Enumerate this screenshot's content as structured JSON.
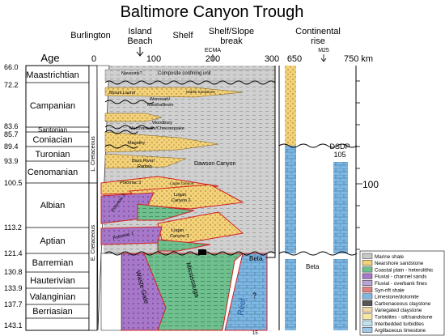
{
  "title": "Baltimore Canyon Trough",
  "header_labels": {
    "burlington": "Burlington",
    "island_beach_1": "Island",
    "island_beach_2": "Beach",
    "shelf": "Shelf",
    "shelf_slope_1": "Shelf/Slope",
    "shelf_slope_2": "break",
    "continental_1": "Continental",
    "continental_2": "rise",
    "age": "Age",
    "ecma": "ECMA",
    "m25": "M25",
    "dsdp_1": "DSDP",
    "dsdp_2": "105"
  },
  "distance_ticks": [
    "0",
    "100",
    "200",
    "300",
    "650",
    "750 km"
  ],
  "ages": [
    "66.0",
    "72.2",
    "83.6",
    "85.7",
    "89.4",
    "93.9",
    "100.5",
    "113.2",
    "121.4",
    "130.8",
    "133.9",
    "137.7",
    "143.1"
  ],
  "stages": [
    "Maastrichtian",
    "Campanian",
    "Santonian",
    "Coniacian",
    "Turonian",
    "Cenomanian",
    "Albian",
    "Aptian",
    "Barremian",
    "Hauterivian",
    "Valanginian",
    "Berriasian"
  ],
  "epochs": {
    "late": "L. Cretaceous",
    "early": "E. Cretaceous"
  },
  "right_axis_label": "100",
  "units": [
    "Navesink?",
    "Composite confining unit",
    "Mount Laurel",
    "Wenonah/",
    "Marshalltown",
    "Middle Sandstone",
    "Woodbury",
    "Merchantville/Cheesequake",
    "Magothy",
    "Bass River/",
    "Raritan",
    "Dawson Canyon",
    "Potomac 3",
    "Logan Canyon",
    "Logan",
    "Canyon 2",
    "Potomac 2",
    "Logan",
    "Canyon 3",
    "Potomac 1",
    "Beta",
    "Waste Gate",
    "Mississauga",
    "Reef",
    "?",
    "Beta",
    "15"
  ],
  "legend": [
    {
      "label": "Marine shale",
      "color": "#c8c8c8"
    },
    {
      "label": "Nearshore sandstone",
      "color": "#f4d27a"
    },
    {
      "label": "Coastal plain - heterolithic",
      "color": "#6fbf8f"
    },
    {
      "label": "Fluvial - channel sands",
      "color": "#a777c9"
    },
    {
      "label": "Fluvial - overbank fines",
      "color": "#b9a2d4"
    },
    {
      "label": "Syn-rift shale",
      "color": "#e08080"
    },
    {
      "label": "Limestone/dolomite",
      "color": "#7fb7e3"
    },
    {
      "label": "Carbonaceous claystone",
      "color": "#555555"
    },
    {
      "label": "Variegated claystone",
      "color": "#f0d9a8"
    },
    {
      "label": "Turbidites - silt/sandstone",
      "color": "#f7e7a0"
    },
    {
      "label": "Interbedded turbidites",
      "color": "#bfe3f0"
    },
    {
      "label": "Argillaceous limestone",
      "color": "#9fc8e6"
    }
  ],
  "colors": {
    "shale": "#c8c8c8",
    "sand": "#f4d27a",
    "green": "#6fbf8f",
    "purple": "#a777c9",
    "red": "#d22020",
    "blue": "#7fb7e3"
  }
}
